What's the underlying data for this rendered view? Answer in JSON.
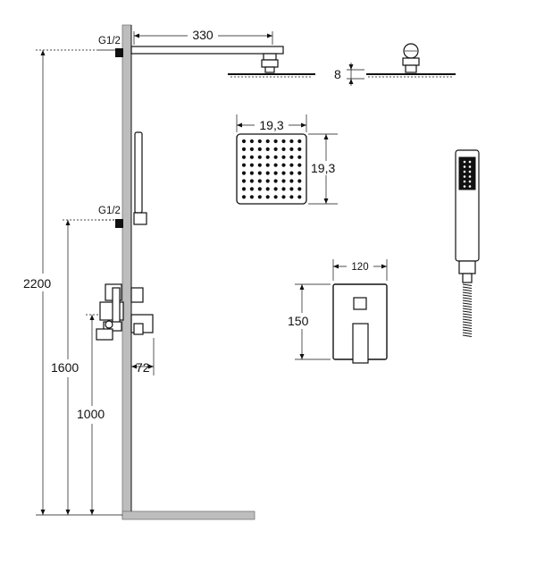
{
  "labels": {
    "thread_top": "G1/2",
    "thread_mid": "G1/2",
    "arm_length": "330",
    "head_thickness": "8",
    "head_width": "19,3",
    "head_height": "19,3",
    "mixer_width": "120",
    "mixer_height": "150",
    "total_height": "2200",
    "holder_height": "1600",
    "mixer_mount_height": "1000",
    "mixer_depth": "72"
  },
  "colors": {
    "wall": "#bdbdbd",
    "line": "#111111"
  }
}
